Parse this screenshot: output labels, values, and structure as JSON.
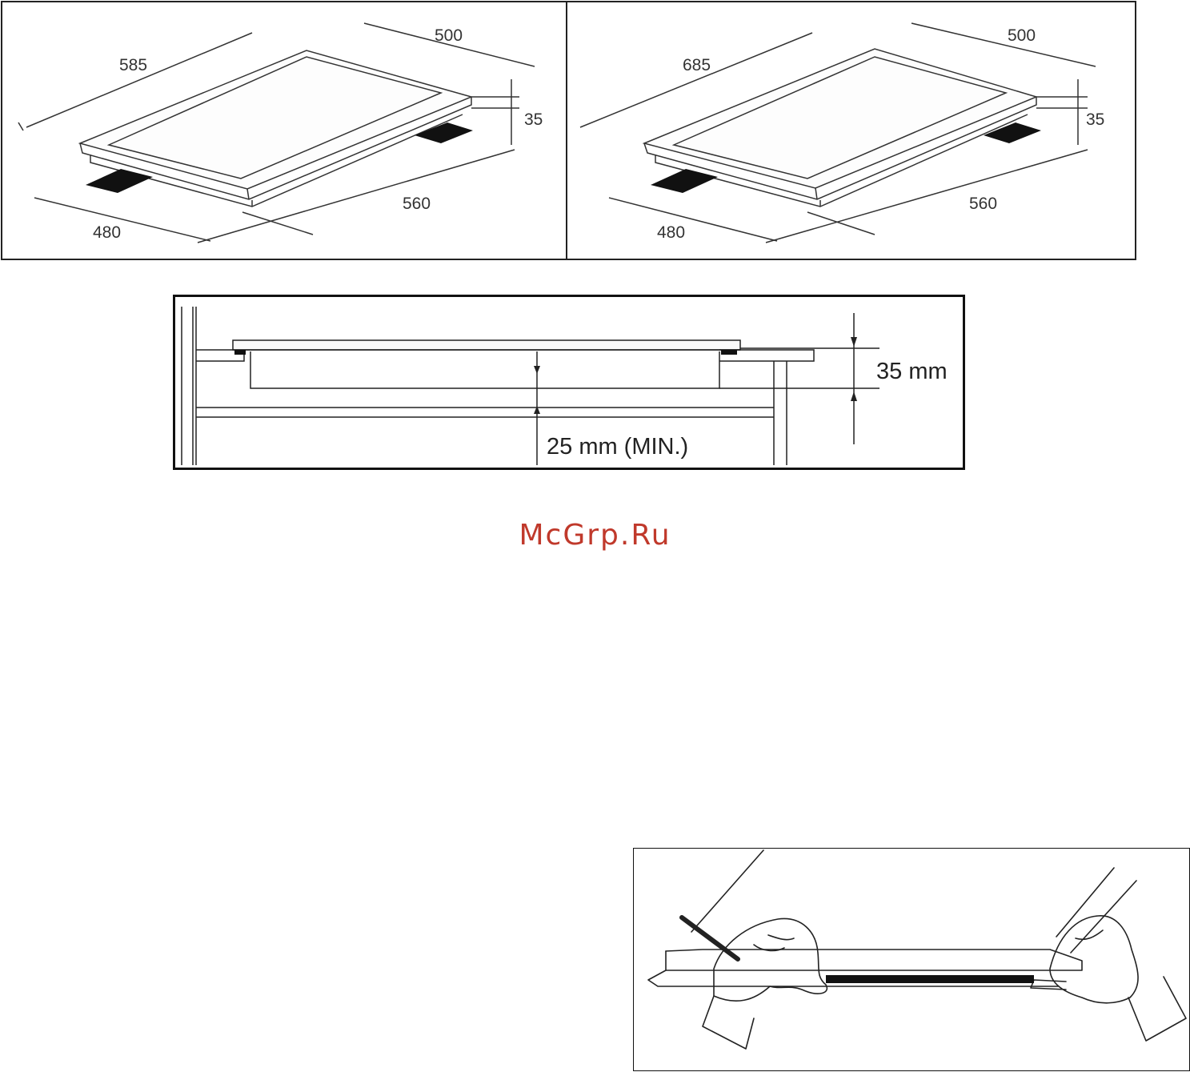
{
  "left_hob": {
    "length": "585",
    "depth": "500",
    "height": "35",
    "cutout_depth": "480",
    "cutout_length": "560"
  },
  "right_hob": {
    "length": "685",
    "depth": "500",
    "height": "35",
    "cutout_depth": "480",
    "cutout_length": "560"
  },
  "section": {
    "hob_height": "35 mm",
    "min_clearance": "25 mm (MIN.)"
  },
  "watermark": "McGrp.Ru",
  "colors": {
    "watermark": "#c0392b",
    "line": "#222222",
    "foam": "#111111"
  }
}
